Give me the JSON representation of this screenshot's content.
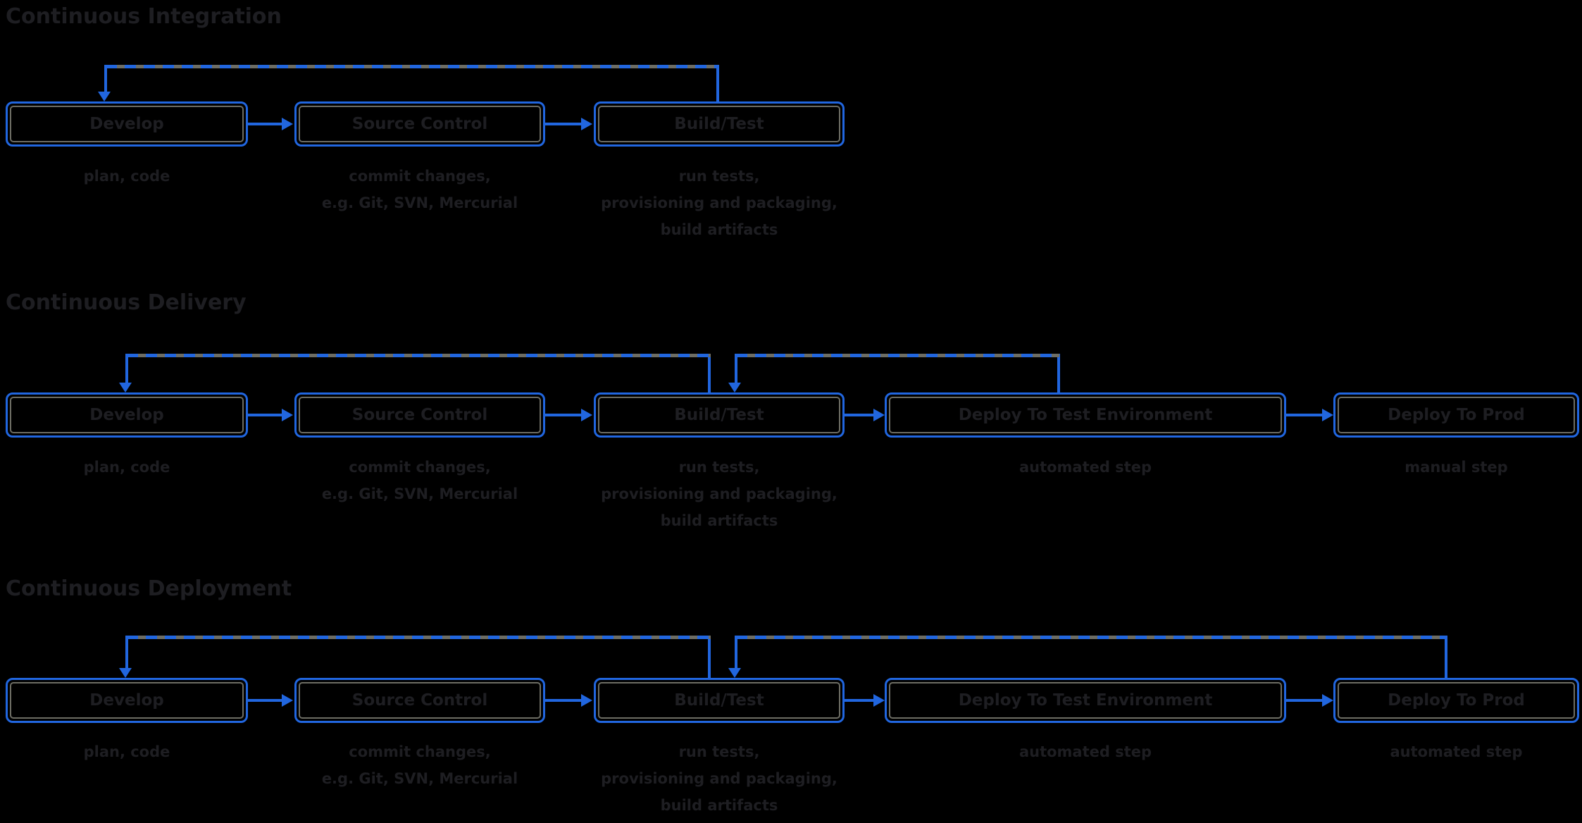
{
  "colors": {
    "accent_blue": "#2166df",
    "border_gray": "#6d6d64",
    "text_color": "#1e1e22",
    "background": "#000000"
  },
  "sections": [
    {
      "title": "Continuous Integration",
      "boxes": [
        {
          "label": "Develop",
          "sub": [
            "plan, code"
          ]
        },
        {
          "label": "Source Control",
          "sub": [
            "commit changes,",
            "e.g. Git, SVN, Mercurial"
          ]
        },
        {
          "label": "Build/Test",
          "sub": [
            "run tests,",
            "provisioning and packaging,",
            "build artifacts"
          ]
        }
      ]
    },
    {
      "title": "Continuous Delivery",
      "boxes": [
        {
          "label": "Develop",
          "sub": [
            "plan, code"
          ]
        },
        {
          "label": "Source Control",
          "sub": [
            "commit changes,",
            "e.g. Git, SVN, Mercurial"
          ]
        },
        {
          "label": "Build/Test",
          "sub": [
            "run tests,",
            "provisioning and packaging,",
            "build artifacts"
          ]
        },
        {
          "label": "Deploy To Test Environment",
          "sub": [
            "automated step"
          ]
        },
        {
          "label": "Deploy To Prod",
          "sub": [
            "manual step"
          ]
        }
      ]
    },
    {
      "title": "Continuous Deployment",
      "boxes": [
        {
          "label": "Develop",
          "sub": [
            "plan, code"
          ]
        },
        {
          "label": "Source Control",
          "sub": [
            "commit changes,",
            "e.g. Git, SVN, Mercurial"
          ]
        },
        {
          "label": "Build/Test",
          "sub": [
            "run tests,",
            "provisioning and packaging,",
            "build artifacts"
          ]
        },
        {
          "label": "Deploy To Test Environment",
          "sub": [
            "automated step"
          ]
        },
        {
          "label": "Deploy To Prod",
          "sub": [
            "automated step"
          ]
        }
      ]
    }
  ]
}
